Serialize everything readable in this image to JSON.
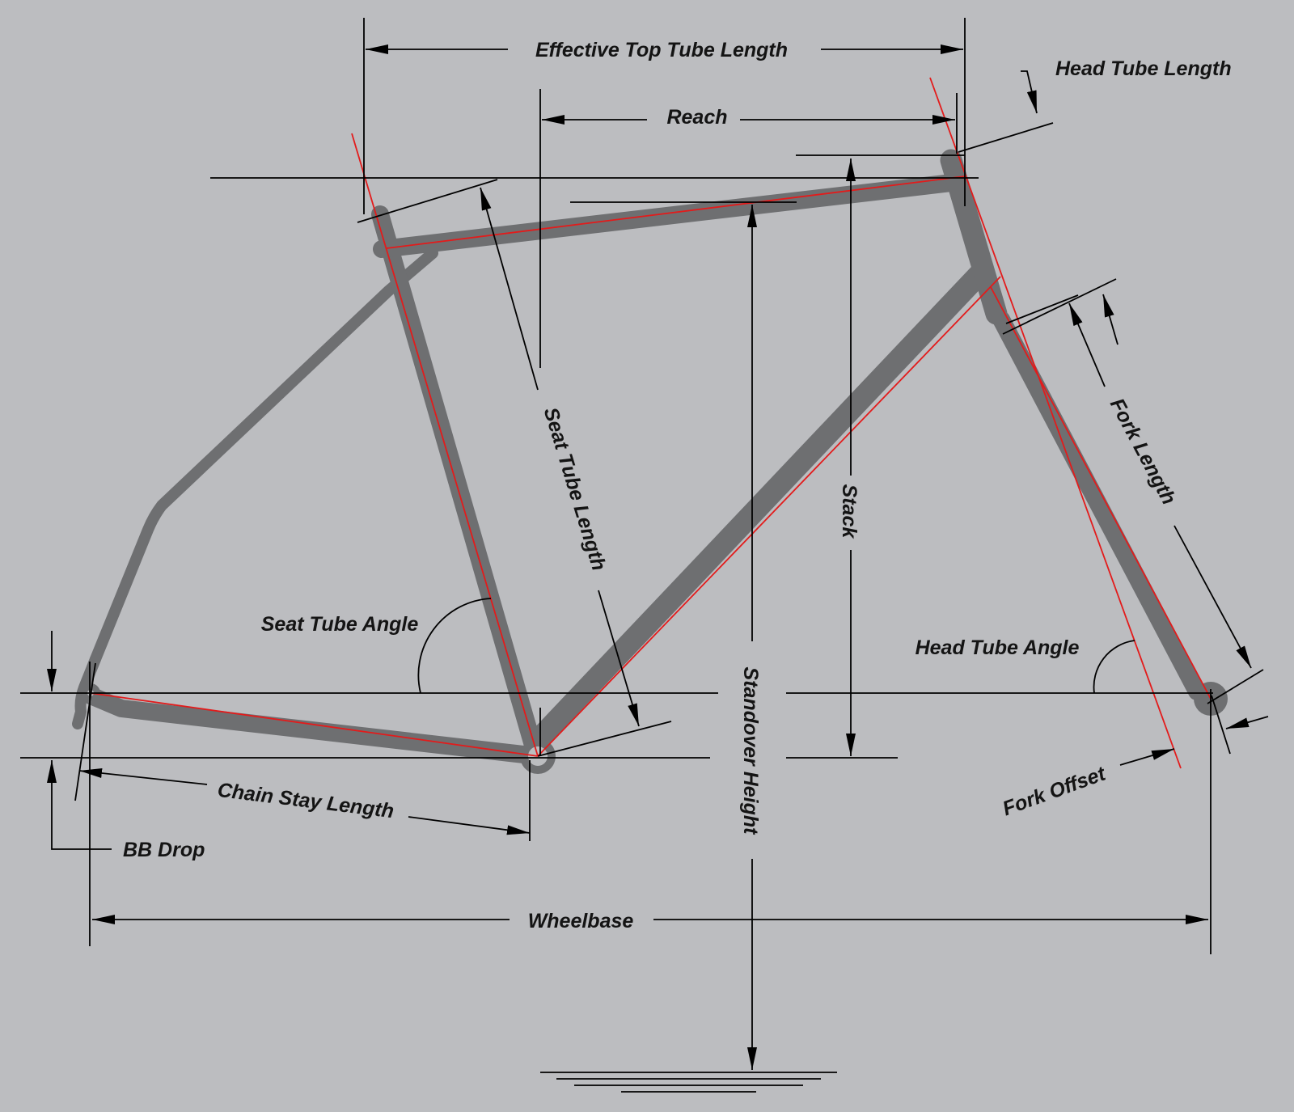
{
  "labels": {
    "effective_top_tube_length": "Effective Top Tube Length",
    "head_tube_length": "Head Tube Length",
    "reach": "Reach",
    "seat_tube_length": "Seat Tube Length",
    "stack": "Stack",
    "fork_length": "Fork Length",
    "seat_tube_angle": "Seat Tube Angle",
    "head_tube_angle": "Head Tube Angle",
    "standover_height": "Standover Height",
    "chain_stay_length": "Chain Stay Length",
    "bb_drop": "BB Drop",
    "fork_offset": "Fork Offset",
    "wheelbase": "Wheelbase"
  },
  "colors": {
    "background": "#bcbdc0",
    "frame": "#6e6f71",
    "centerline": "#e31b1b",
    "dimension": "#000000"
  }
}
